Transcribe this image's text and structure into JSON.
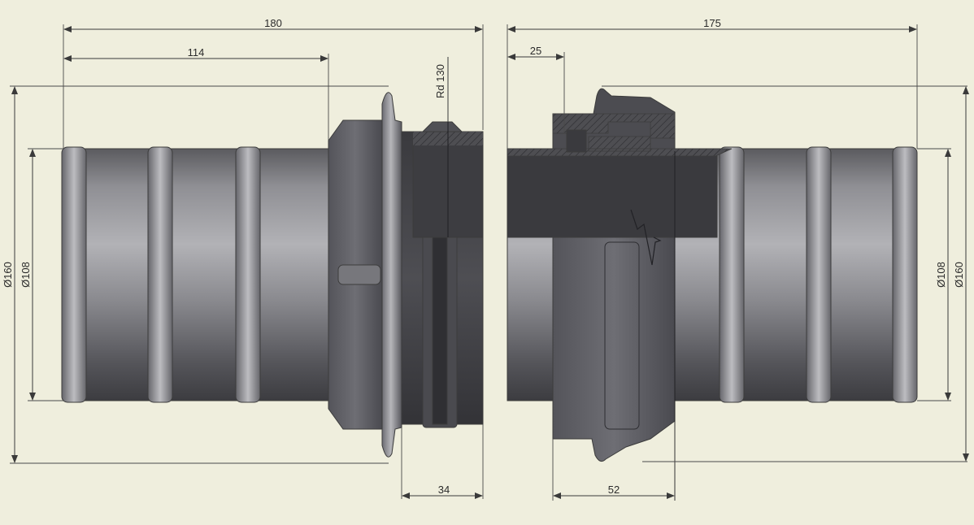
{
  "colors": {
    "background": "#efeedd",
    "metal_light": "#9d9da1",
    "metal_dark": "#3e3e42",
    "dimension_line": "#3a3a3a"
  },
  "dimensions": {
    "left_overall_length": "180",
    "left_tail_length": "114",
    "left_thread_label": "Rd 130",
    "left_coupling_width": "34",
    "left_outer_diameter": "Ø160",
    "left_inner_diameter": "Ø108",
    "right_overall_length": "175",
    "right_section_depth": "25",
    "right_nut_width": "52",
    "right_inner_diameter": "Ø108",
    "right_outer_diameter": "Ø160"
  }
}
